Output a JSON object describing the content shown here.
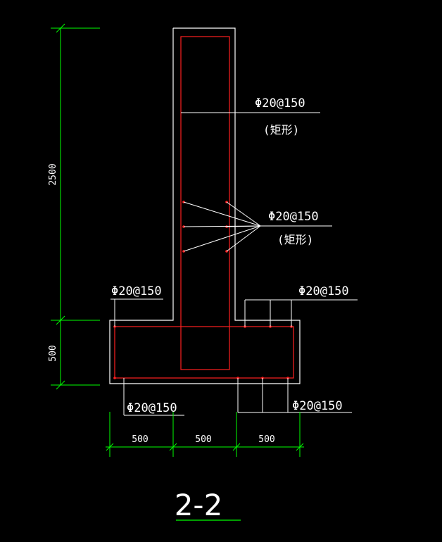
{
  "drawing": {
    "title": "2-2",
    "colors": {
      "background": "#000000",
      "concrete": "#ffffff",
      "rebar": "#ff2020",
      "dimension": "#00ff00",
      "leader": "#ffffff"
    },
    "dimensions": {
      "height_wall": "2500",
      "height_base": "500",
      "width_left": "500",
      "width_mid": "500",
      "width_right": "500"
    },
    "rebar_labels": {
      "wall_top": "Φ20@150",
      "wall_top_note": "(矩形)",
      "wall_mid": "Φ20@150",
      "wall_mid_note": "(矩形)",
      "base_top_left": "Φ20@150",
      "base_top_right": "Φ20@150",
      "base_bottom_left": "Φ20@150",
      "base_bottom_right": "Φ20@150"
    }
  }
}
